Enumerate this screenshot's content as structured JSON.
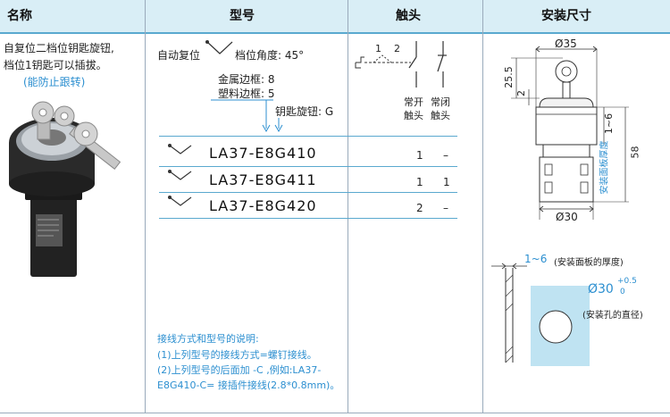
{
  "header": {
    "col1": "名称",
    "col2": "型号",
    "col3": "触头",
    "col4": "安装尺寸"
  },
  "name_col": {
    "line1": "自复位二档位钥匙旋钮,",
    "line2": "档位1钥匙可以插拔。",
    "line3": "(能防止跟转)"
  },
  "model_col": {
    "auto_reset": "自动复位",
    "angle_label": "档位角度: 45°",
    "metal_frame": "金属边框: 8",
    "plastic_frame": "塑料边框: 5",
    "key_knob": "钥匙旋钮: G",
    "rows": [
      {
        "model": "LA37-E8G410",
        "no": "1",
        "nc": "–"
      },
      {
        "model": "LA37-E8G411",
        "no": "1",
        "nc": "1"
      },
      {
        "model": "LA37-E8G420",
        "no": "2",
        "nc": "–"
      }
    ],
    "notes": {
      "title": "接线方式和型号的说明:",
      "n1": "(1)上列型号的接线方式=螺钉接线。",
      "n2a": "(2)上列型号的后面加 -C ,例如:LA37-",
      "n2b": "E8G410-C= 接插件接线(2.8*0.8mm)。"
    }
  },
  "contact_col": {
    "pos1": "1",
    "pos2": "2",
    "no_top": "常开",
    "no_bottom": "触头",
    "nc_top": "常闭",
    "nc_bottom": "触头"
  },
  "dims": {
    "top_dia": "Ø35",
    "h1": "25.5",
    "h2": "2",
    "thick": "1~6",
    "total": "58",
    "panel_label": "安装面板厚度",
    "bottom_dia": "Ø30",
    "panel_thickness": "1~6",
    "panel_thickness_label": "(安装面板的厚度)",
    "hole_dia": "Ø30",
    "tol_plus": "+0.5",
    "tol_zero": "0",
    "hole_label": "(安装孔的直径)"
  },
  "colors": {
    "header_bg": "#d9eef6",
    "accent_blue": "#2c8fd0",
    "panel_blue": "#bfe3f2"
  }
}
